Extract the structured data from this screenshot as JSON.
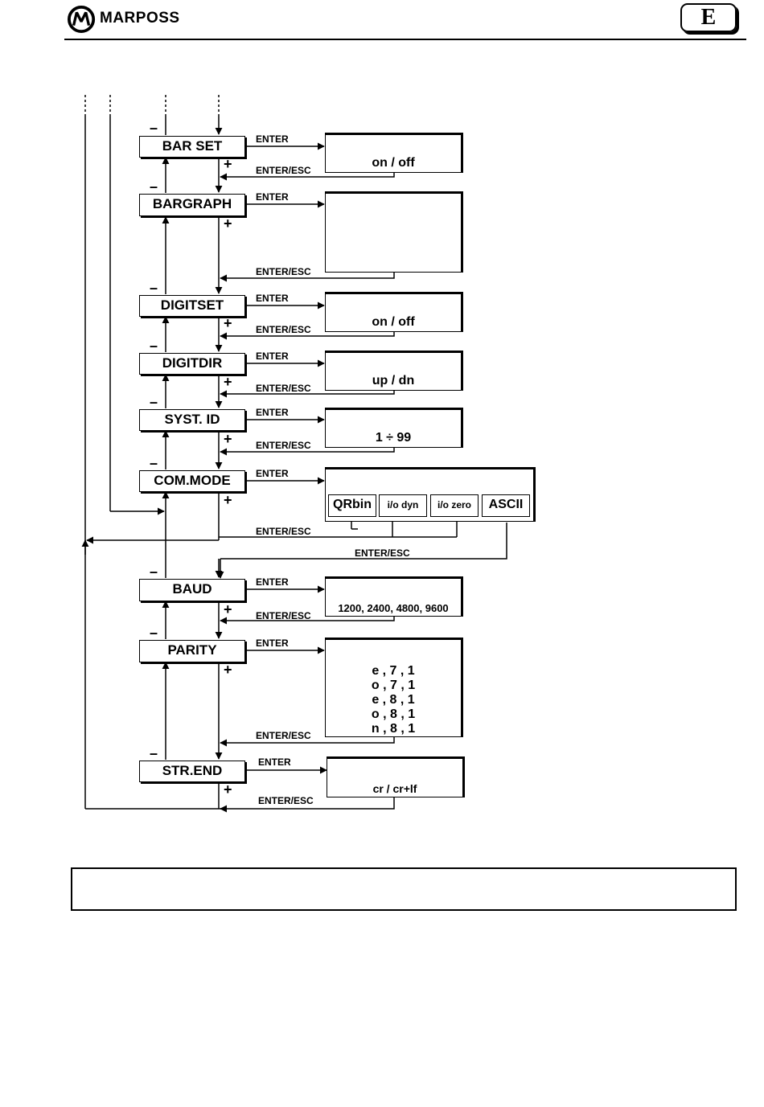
{
  "header": {
    "brand": "MARPOSS",
    "language_badge": "E"
  },
  "menu": [
    {
      "id": "bar-set",
      "label": "BAR SET",
      "value": "on / off"
    },
    {
      "id": "bargraph",
      "label": "BARGRAPH",
      "value": ""
    },
    {
      "id": "digitset",
      "label": "DIGITSET",
      "value": "on / off"
    },
    {
      "id": "digitdir",
      "label": "DIGITDIR",
      "value": "up / dn"
    },
    {
      "id": "syst-id",
      "label": "SYST. ID",
      "value": "1 ÷ 99"
    },
    {
      "id": "com-mode",
      "label": "COM.MODE",
      "options": [
        "QRbin",
        "i/o dyn",
        "i/o zero",
        "ASCII"
      ]
    },
    {
      "id": "baud",
      "label": "BAUD",
      "value": "1200, 2400, 4800, 9600"
    },
    {
      "id": "parity",
      "label": "PARITY",
      "values": [
        "e , 7 , 1",
        "o , 7 , 1",
        "e , 8 , 1",
        "o , 8 , 1",
        "n , 8 , 1"
      ]
    },
    {
      "id": "str-end",
      "label": "STR.END",
      "value": "cr / cr+lf"
    }
  ],
  "labels": {
    "enter": "ENTER",
    "enter_esc": "ENTER/ESC",
    "minus": "–",
    "plus": "+"
  }
}
